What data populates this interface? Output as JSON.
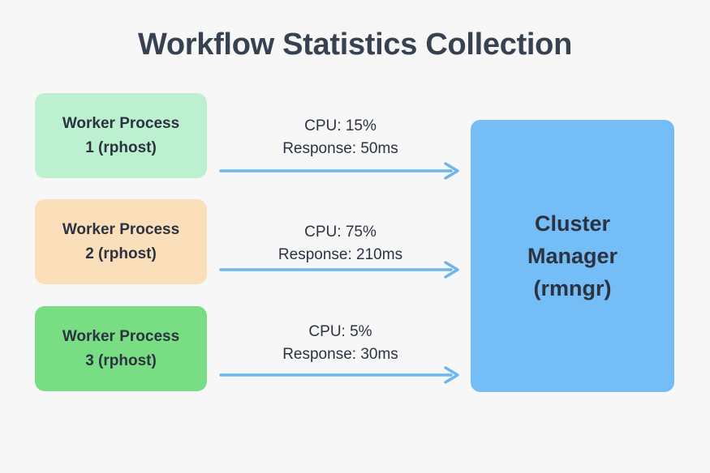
{
  "diagram": {
    "title": "Workflow Statistics Collection",
    "background_color": "#f7f7f8",
    "text_color": "#2c3340",
    "title_color": "#37414f",
    "arrow_color": "#6cb6f0",
    "workers": [
      {
        "label_line1": "Worker Process",
        "label_line2": "1 (rphost)",
        "color": "#bdf0d0",
        "cpu": "CPU: 15%",
        "response": "Response: 50ms"
      },
      {
        "label_line1": "Worker Process",
        "label_line2": "2 (rphost)",
        "color": "#fbdfbb",
        "cpu": "CPU: 75%",
        "response": "Response: 210ms"
      },
      {
        "label_line1": "Worker Process",
        "label_line2": "3 (rphost)",
        "color": "#79dd84",
        "cpu": "CPU: 5%",
        "response": "Response: 30ms"
      }
    ],
    "cluster_manager": {
      "label_line1": "Cluster",
      "label_line2": "Manager",
      "label_line3": "(rmngr)",
      "color": "#74bdf7"
    }
  }
}
